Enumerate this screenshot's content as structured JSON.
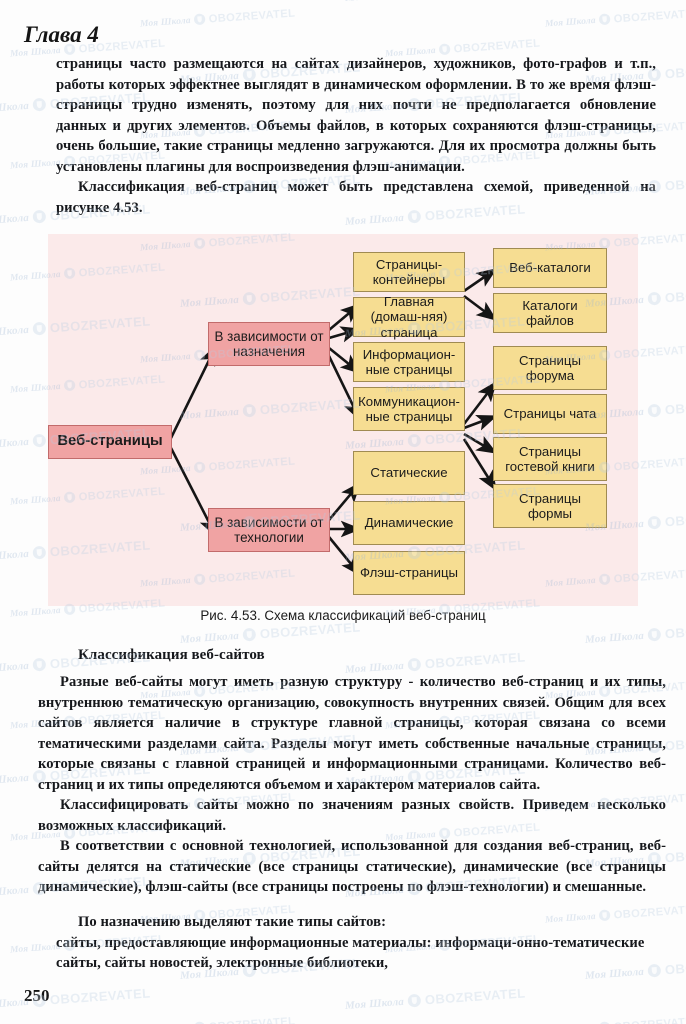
{
  "header": {
    "chapter": "Глава 4"
  },
  "page_number": "250",
  "body": {
    "paragraph_top": "страницы часто размещаются на сайтах дизайнеров, художников, фото-графов и т.п., работы которых эффектнее выглядят в динамическом оформлении. В то же время флэш-страницы трудно изменять, поэтому для них почти не предполагается обновление данных и других элементов. Объемы файлов, в которых сохраняются флэш-страницы, очень большие, такие страницы медленно загружаются. Для их просмотра должны быть установлены плагины для воспроизведения флэш-анимации.",
    "paragraph_top2": "Классификация веб-страниц может быть представлена схемой, приведенной на рисунке 4.53.",
    "subheading": "Классификация веб-сайтов",
    "paragraph_1": "Разные веб-сайты могут иметь разную структуру - количество веб-страниц и их типы, внутреннюю тематическую организацию, совокупность внутренних связей. Общим для всех сайтов является наличие в структуре главной страницы, которая связана со всеми тематическими разделами сайта. Разделы могут иметь собственные начальные страницы, которые связаны с главной страницей и информационными страницами. Количество веб-страниц и их типы определяются объемом и характером материалов сайта.",
    "paragraph_2": "Классифицировать сайты можно по значениям разных свойств. Приведем несколько возможных классификаций.",
    "paragraph_3": "В соответствии с основной технологией, использованной для создания веб-страниц, веб-сайты делятся на статические (все страницы статические), динамические (все страницы динамические), флэш-сайты (все страницы построены по флэш-технологии) и смешанные.",
    "paragraph_4": "По назначению выделяют такие типы сайтов:",
    "paragraph_5": "сайты, предоставляющие информационные материалы: информаци-онно-тематические сайты, сайты новостей, электронные библиотеки,"
  },
  "figure": {
    "caption": "Рис. 4.53. Схема классификаций веб-страниц",
    "colors": {
      "background": "#fbeaea",
      "pink_node": "#f0a3a3",
      "pink_border": "#c26b6b",
      "yellow_node": "#f6dd92",
      "yellow_border": "#a08b52",
      "arrow": "#1a1a1a"
    },
    "nodes": {
      "root": "Веб-страницы",
      "level1": [
        "В зависимости от назначения",
        "В зависимости от технологии"
      ],
      "level2": [
        "Страницы-контейнеры",
        "Главная (домаш-няя) страница",
        "Информацион-ные страницы",
        "Коммуникацион-ные страницы",
        "Статические",
        "Динамические",
        "Флэш-страницы"
      ],
      "level3": [
        "Веб-каталоги",
        "Каталоги файлов",
        "Страницы форума",
        "Страницы чата",
        "Страницы гостевой книги",
        "Страницы формы"
      ]
    }
  },
  "watermarks": {
    "school": "Моя Школа",
    "brand": "OBOZREVATEL"
  }
}
